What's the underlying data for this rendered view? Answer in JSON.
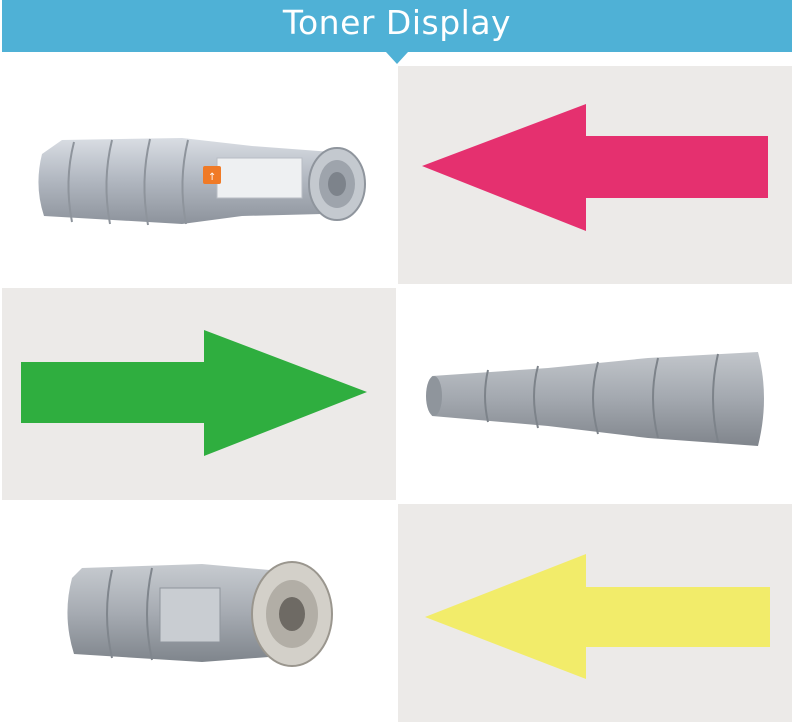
{
  "header": {
    "title": "Toner Display"
  },
  "colors": {
    "banner": "#4fb1d6",
    "panel_bg": "#eceae8",
    "arrow_magenta": "#e5306f",
    "arrow_green": "#2fae3f",
    "arrow_yellow": "#f2ec6a",
    "toner_body": "#a9acb1"
  },
  "rows": [
    {
      "product": "toner-cartridge-front-view",
      "arrow": {
        "color": "magenta",
        "direction": "left"
      }
    },
    {
      "product": "toner-cartridge-side-view",
      "arrow": {
        "color": "green",
        "direction": "right"
      }
    },
    {
      "product": "toner-cartridge-end-view",
      "arrow": {
        "color": "yellow",
        "direction": "left"
      }
    }
  ]
}
